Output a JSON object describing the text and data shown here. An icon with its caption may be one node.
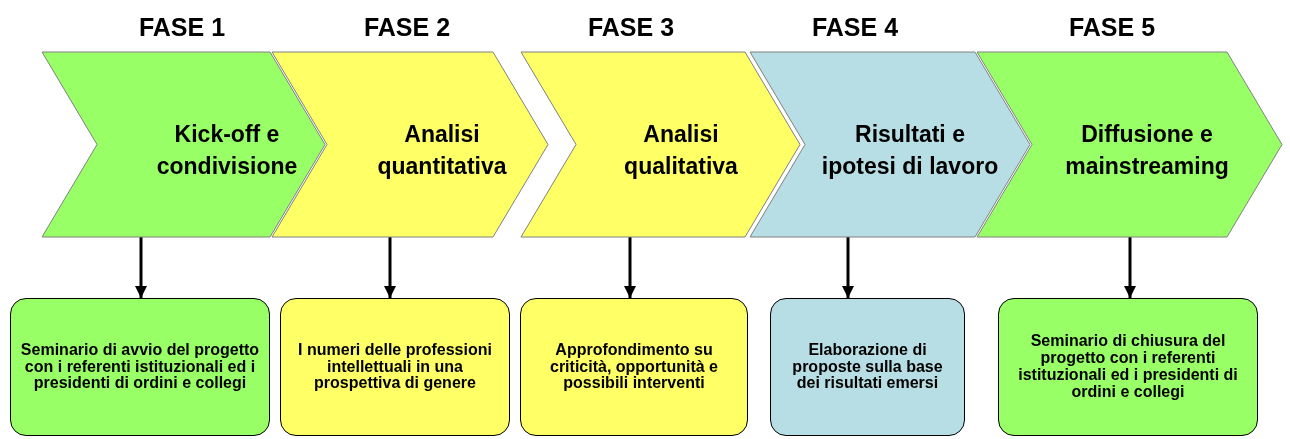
{
  "diagram": {
    "nodes": [
      {
        "text": [
          "FASE 1",
          "Kick-off e condivisione"
        ]
      },
      {
        "text": [
          "FASE 2",
          "Analisi quantitativa"
        ]
      },
      {
        "text": [
          "FASE 3",
          "Analisi qualitativa"
        ]
      },
      {
        "text": [
          "FASE 4",
          "Risultati e ipotesi di lavoro"
        ]
      },
      {
        "text": [
          "FASE 5",
          "Diffusione e mainstreaming"
        ]
      },
      {
        "text": [
          "Seminario di avvio del progetto con i referenti istituzionali ed i presidenti di ordini e collegi"
        ]
      },
      {
        "text": [
          "I numeri delle professioni intellettuali in una prospettiva di genere"
        ]
      },
      {
        "text": [
          "Approfondimento su criticità, opportunità e possibili interventi"
        ]
      },
      {
        "text": [
          "Elaborazione di proposte sulla base dei risultati emersi"
        ]
      },
      {
        "text": [
          "Seminario di chiusura del progetto con i referenti istituzionali ed i presidenti di ordini e collegi"
        ]
      }
    ],
    "edges": [
      {
        "from": 0,
        "to": 5,
        "arrow": "to"
      },
      {
        "from": 1,
        "to": 6,
        "arrow": "to"
      },
      {
        "from": 2,
        "to": 7,
        "arrow": "to"
      },
      {
        "from": 3,
        "to": 8,
        "arrow": "to"
      },
      {
        "from": 4,
        "to": 9,
        "arrow": "to"
      }
    ]
  }
}
